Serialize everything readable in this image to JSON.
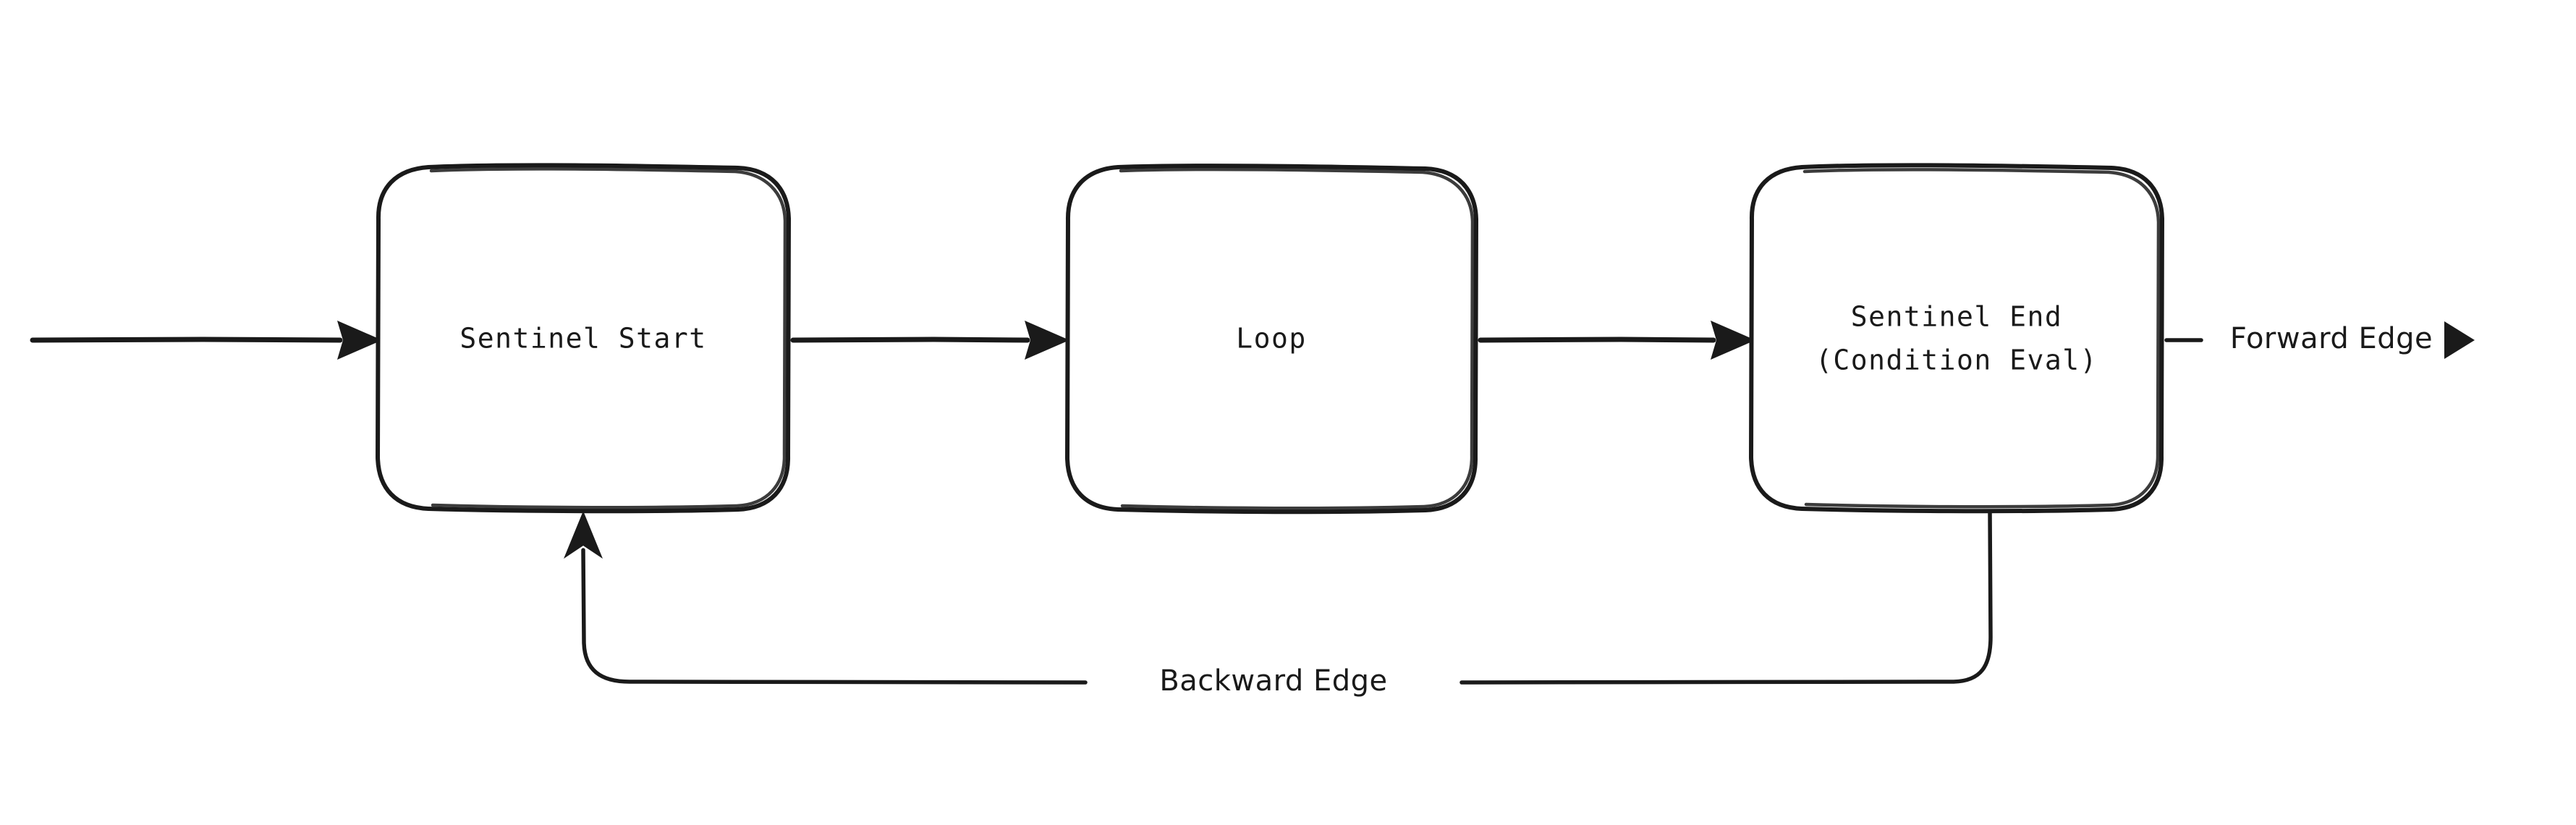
{
  "diagram": {
    "type": "flowchart",
    "orientation": "left-to-right",
    "background_color": "#ffffff",
    "stroke_color": "#1a1a1a",
    "style": "hand-drawn",
    "nodes": [
      {
        "id": "sentinel-start",
        "label": "Sentinel Start",
        "line1": "Sentinel Start",
        "line2": "",
        "shape": "rounded-rectangle"
      },
      {
        "id": "loop",
        "label": "Loop",
        "line1": "Loop",
        "line2": "",
        "shape": "rounded-rectangle"
      },
      {
        "id": "sentinel-end",
        "label": "Sentinel End (Condition Eval)",
        "line1": "Sentinel End",
        "line2": "(Condition Eval)",
        "shape": "rounded-rectangle"
      }
    ],
    "edges": [
      {
        "id": "entry-edge",
        "label": "",
        "from": "",
        "to": "sentinel-start",
        "arrow": "end"
      },
      {
        "id": "start-to-loop",
        "label": "",
        "from": "sentinel-start",
        "to": "loop",
        "arrow": "end"
      },
      {
        "id": "loop-to-end",
        "label": "",
        "from": "loop",
        "to": "sentinel-end",
        "arrow": "end"
      },
      {
        "id": "forward-edge",
        "label": "Forward Edge",
        "from": "sentinel-end",
        "to": "",
        "arrow": "end"
      },
      {
        "id": "backward-edge",
        "label": "Backward Edge",
        "from": "sentinel-end",
        "to": "sentinel-start",
        "arrow": "end"
      }
    ]
  }
}
